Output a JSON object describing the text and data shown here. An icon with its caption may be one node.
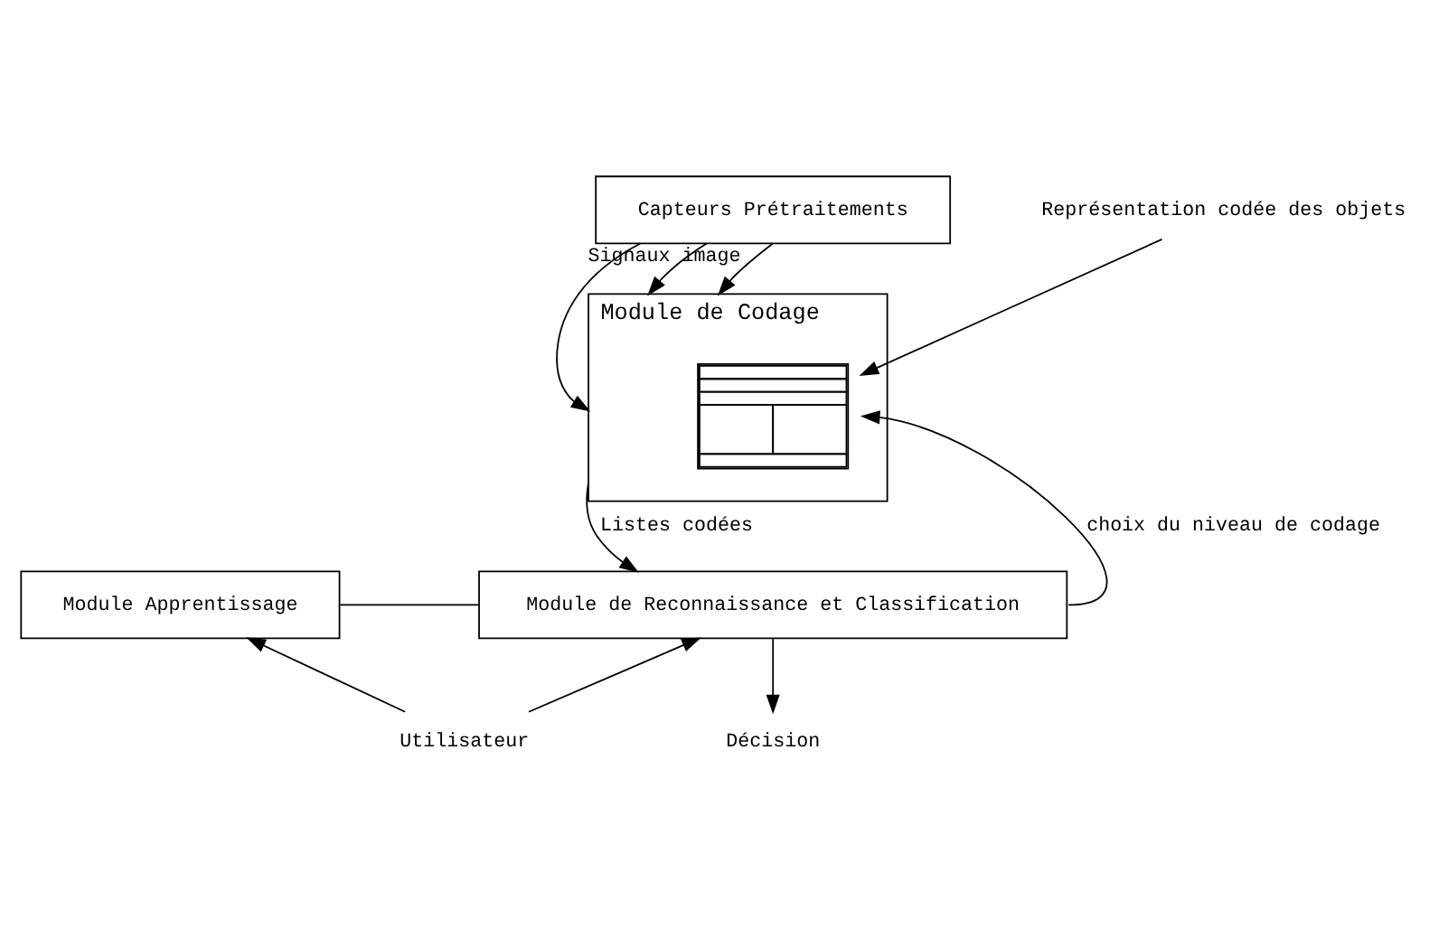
{
  "diagram": {
    "nodes": [
      {
        "text": [
          "Capteurs Prétraitements"
        ]
      },
      {
        "text": [
          "Module de Codage"
        ]
      },
      {
        "text": [],
        "shape": "box",
        "in": 1
      },
      {
        "text": [
          "Représentation codée des objets"
        ]
      },
      {
        "text": [
          "Module Apprentissage"
        ]
      },
      {
        "text": [
          "Module de Reconnaissance et Classification"
        ]
      },
      {
        "text": [
          "Utilisateur"
        ]
      },
      {
        "text": [
          "Décision"
        ]
      }
    ],
    "edges": [
      {
        "from": 0,
        "to": 1,
        "arrow": "to"
      },
      {
        "from": 0,
        "to": 1,
        "arrow": "to"
      },
      {
        "from": 0,
        "to": 1,
        "arrow": "to",
        "label": "Signaux image"
      },
      {
        "from": 3,
        "to": 2,
        "arrow": "to"
      },
      {
        "from": 1,
        "to": 5,
        "arrow": "to",
        "label": "Listes codées"
      },
      {
        "from": 5,
        "to": 2,
        "arrow": "to",
        "label": "choix du niveau de codage"
      },
      {
        "from": 4,
        "to": 5,
        "arrow": "none"
      },
      {
        "from": 6,
        "to": 4,
        "arrow": "to"
      },
      {
        "from": 6,
        "to": 5,
        "arrow": "to"
      },
      {
        "from": 5,
        "to": 7,
        "arrow": "to"
      }
    ]
  }
}
